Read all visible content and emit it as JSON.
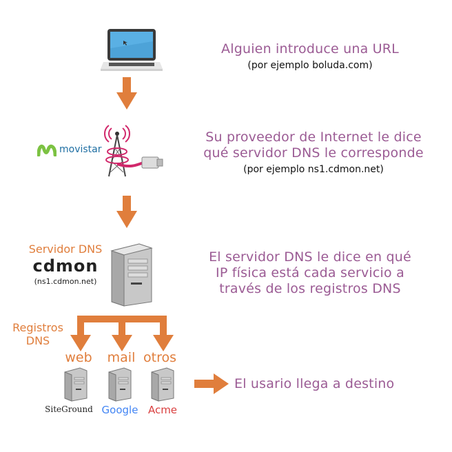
{
  "colors": {
    "accent_orange": "#e07e3c",
    "text_purple": "#9b5b94",
    "text_black": "#111111",
    "movistar_green": "#7cc242",
    "movistar_text": "#1f6fa3",
    "acme_red": "#d93f3f"
  },
  "step1": {
    "title": "Alguien introduce una URL",
    "subtitle": "(por ejemplo boluda.com)",
    "icon": "laptop-icon"
  },
  "step2": {
    "title_line1": "Su proveedor de Internet le dice",
    "title_line2": "qué servidor DNS le corresponde",
    "subtitle": "(por ejemplo ns1.cdmon.net)",
    "provider_logo": "movistar",
    "icon": "antenna-tower-icon"
  },
  "step3": {
    "label": "Servidor DNS",
    "provider_logo": "cdmon",
    "provider_host": "(ns1.cdmon.net)",
    "title_line1": "El servidor DNS le dice en qué",
    "title_line2": "IP física está cada servicio a",
    "title_line3": "través de los registros DNS",
    "icon": "server-icon"
  },
  "step4": {
    "label_line1": "Registros",
    "label_line2": "DNS",
    "services": [
      {
        "name": "web",
        "provider": "SiteGround"
      },
      {
        "name": "mail",
        "provider": "Google"
      },
      {
        "name": "otros",
        "provider": "Acme"
      }
    ],
    "result": "El usario llega a destino"
  }
}
